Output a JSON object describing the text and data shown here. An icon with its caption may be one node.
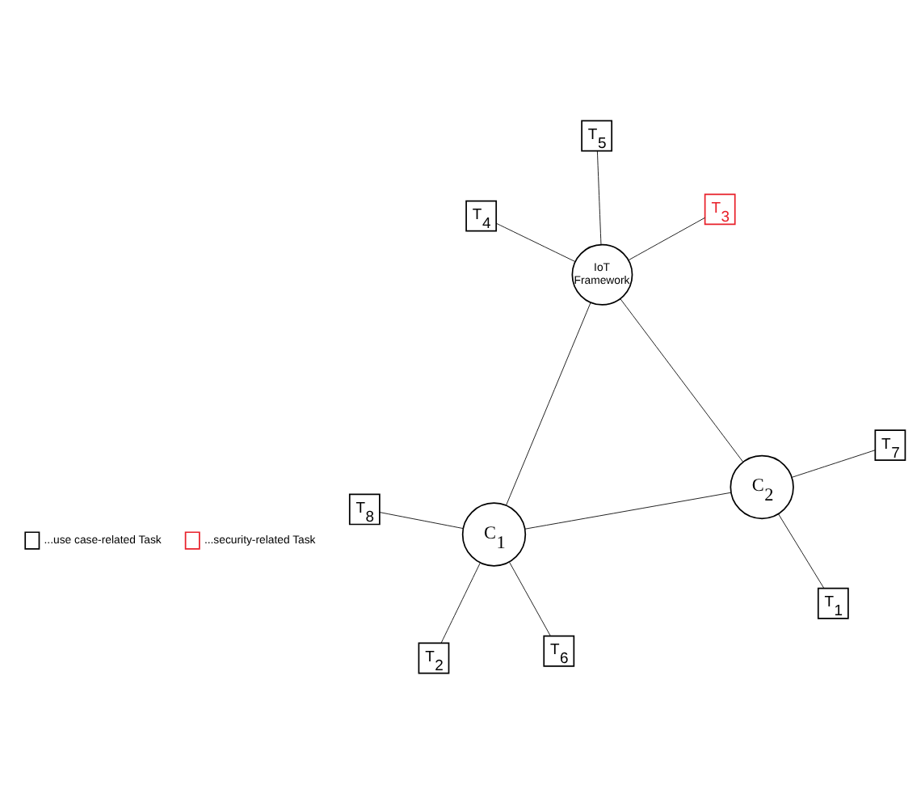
{
  "diagram": {
    "nodes": [
      {
        "text": [
          "IoT Framework"
        ]
      },
      {
        "text": [
          "T$_{3}$"
        ]
      },
      {
        "text": [
          "T$_{4}$"
        ]
      },
      {
        "text": [
          "T$_{5}$"
        ]
      },
      {
        "text": [
          "C$_{2}$"
        ]
      },
      {
        "text": [
          "C$_{1}$"
        ]
      },
      {
        "text": [
          "T$_{1}$"
        ]
      },
      {
        "text": [
          "T$_{7}$"
        ]
      },
      {
        "text": [
          "T$_{2}$"
        ]
      },
      {
        "text": [
          "T$_{6}$"
        ]
      },
      {
        "text": [
          "T$_{8}$"
        ]
      }
    ],
    "edges": [
      {
        "from": 0,
        "to": 1,
        "arrow": "none"
      },
      {
        "from": 0,
        "to": 2,
        "arrow": "none"
      },
      {
        "from": 0,
        "to": 3,
        "arrow": "none"
      },
      {
        "from": 0,
        "to": 4,
        "arrow": "none"
      },
      {
        "from": 0,
        "to": 5,
        "arrow": "none"
      },
      {
        "from": 4,
        "to": 5,
        "arrow": "none"
      },
      {
        "from": 4,
        "to": 6,
        "arrow": "none"
      },
      {
        "from": 4,
        "to": 7,
        "arrow": "none"
      },
      {
        "from": 5,
        "to": 8,
        "arrow": "none"
      },
      {
        "from": 5,
        "to": 9,
        "arrow": "none"
      },
      {
        "from": 5,
        "to": 10,
        "arrow": "none"
      }
    ],
    "legend": [
      {
        "text": "...use case-related Task",
        "color": "#000000"
      },
      {
        "text": "...security-related Task",
        "color": "#e8202a"
      }
    ]
  }
}
